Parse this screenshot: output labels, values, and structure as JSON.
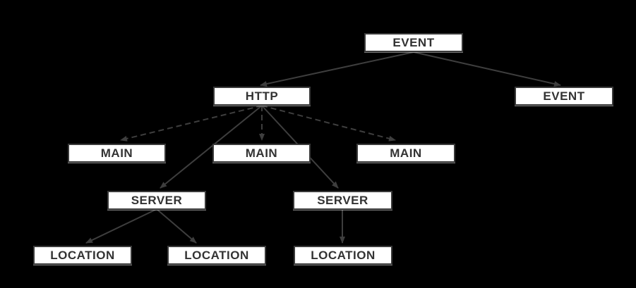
{
  "diagram": {
    "background_color": "#000000",
    "node_fill_color": "#ffffff",
    "node_border_color": "#3a3a3a",
    "node_text_color": "#333333",
    "edge_color": "#3e3e3e",
    "nodes": [
      {
        "id": "event-top",
        "label": "EVENT"
      },
      {
        "id": "http",
        "label": "HTTP"
      },
      {
        "id": "event-right",
        "label": "EVENT"
      },
      {
        "id": "main-left",
        "label": "MAIN"
      },
      {
        "id": "main-middle",
        "label": "MAIN"
      },
      {
        "id": "main-right",
        "label": "MAIN"
      },
      {
        "id": "server-left",
        "label": "SERVER"
      },
      {
        "id": "server-right",
        "label": "SERVER"
      },
      {
        "id": "location-left",
        "label": "LOCATION"
      },
      {
        "id": "location-middle",
        "label": "LOCATION"
      },
      {
        "id": "location-right",
        "label": "LOCATION"
      }
    ],
    "edges": [
      {
        "from": "event-top",
        "to": "http",
        "style": "solid"
      },
      {
        "from": "event-top",
        "to": "event-right",
        "style": "solid"
      },
      {
        "from": "http",
        "to": "main-left",
        "style": "dashed"
      },
      {
        "from": "http",
        "to": "main-middle",
        "style": "dashed"
      },
      {
        "from": "http",
        "to": "main-right",
        "style": "dashed"
      },
      {
        "from": "http",
        "to": "server-left",
        "style": "solid"
      },
      {
        "from": "http",
        "to": "server-right",
        "style": "solid"
      },
      {
        "from": "server-left",
        "to": "location-left",
        "style": "solid"
      },
      {
        "from": "server-left",
        "to": "location-middle",
        "style": "solid"
      },
      {
        "from": "server-right",
        "to": "location-right",
        "style": "solid"
      }
    ]
  }
}
